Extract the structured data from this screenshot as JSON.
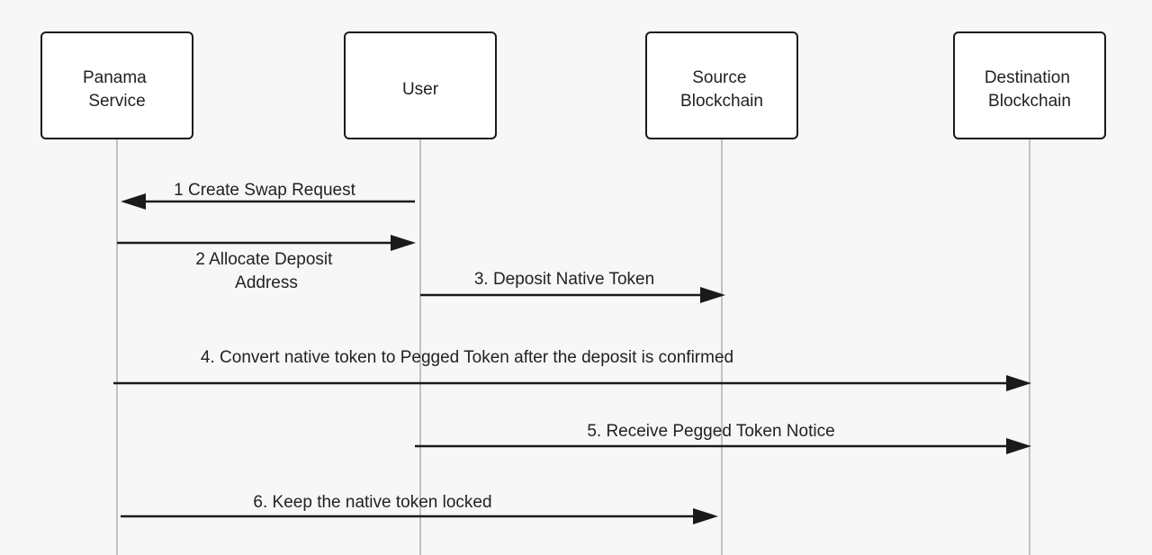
{
  "diagram": {
    "type": "sequence-diagram",
    "colors": {
      "background": "#f7f7f7",
      "box_stroke": "#1a1a1a",
      "box_fill": "#ffffff",
      "lifeline": "#c2c2c2",
      "arrow": "#1a1a1a",
      "text": "#222222"
    },
    "actors": [
      {
        "id": "panama",
        "lines": [
          "Panama",
          "Service"
        ]
      },
      {
        "id": "user",
        "lines": [
          "User"
        ]
      },
      {
        "id": "source",
        "lines": [
          "Source",
          "Blockchain"
        ]
      },
      {
        "id": "destination",
        "lines": [
          "Destination",
          "Blockchain"
        ]
      }
    ],
    "messages": [
      {
        "step": 1,
        "from": "user",
        "to": "panama",
        "lines": [
          "1 Create Swap Request"
        ]
      },
      {
        "step": 2,
        "from": "panama",
        "to": "user",
        "lines": [
          "2 Allocate Deposit",
          "Address"
        ]
      },
      {
        "step": 3,
        "from": "user",
        "to": "source",
        "lines": [
          "3. Deposit Native Token"
        ]
      },
      {
        "step": 4,
        "from": "panama",
        "to": "destination",
        "lines": [
          "4. Convert native token to Pegged Token after the deposit is confirmed"
        ]
      },
      {
        "step": 5,
        "from": "user",
        "to": "destination",
        "lines": [
          "5. Receive Pegged Token Notice"
        ]
      },
      {
        "step": 6,
        "from": "panama",
        "to": "source",
        "lines": [
          "6. Keep the native token locked"
        ]
      }
    ]
  }
}
